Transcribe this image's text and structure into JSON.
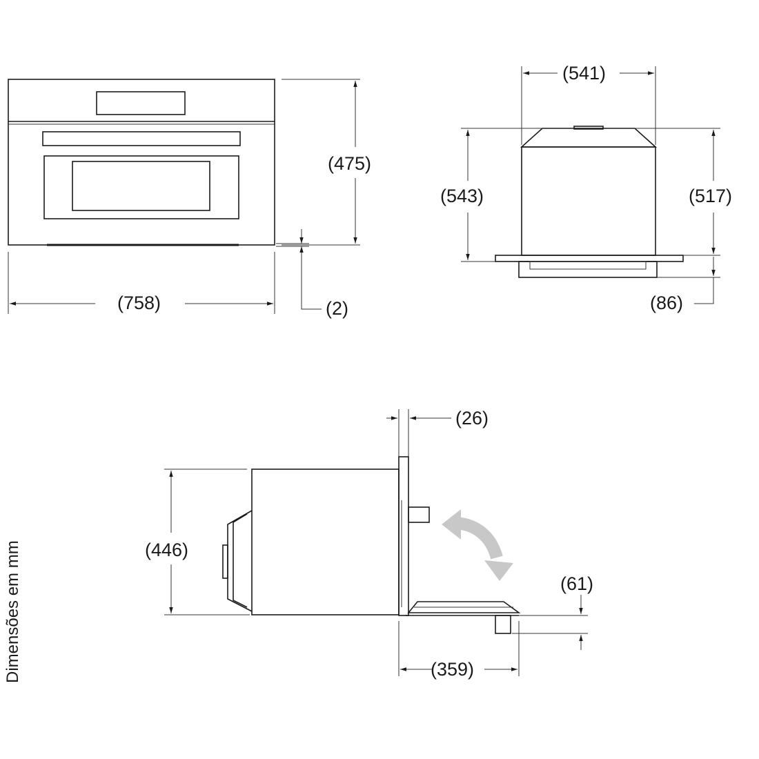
{
  "dimensions": {
    "front_width": "(758)",
    "front_height": "(475)",
    "front_bottom_gap": "(2)",
    "top_width": "(541)",
    "top_total_height": "(543)",
    "top_body_height": "(517)",
    "top_bottom_offset": "(86)",
    "side_door_thickness": "(26)",
    "side_height": "(446)",
    "side_door_drop": "(61)",
    "side_door_open_depth": "(359)"
  },
  "caption": "Dimensões em mm",
  "colors": {
    "line": "#1a1a1a",
    "arrow": "#c8c8c8"
  },
  "icons": {
    "door_swing": "curved-double-arrow-icon"
  }
}
